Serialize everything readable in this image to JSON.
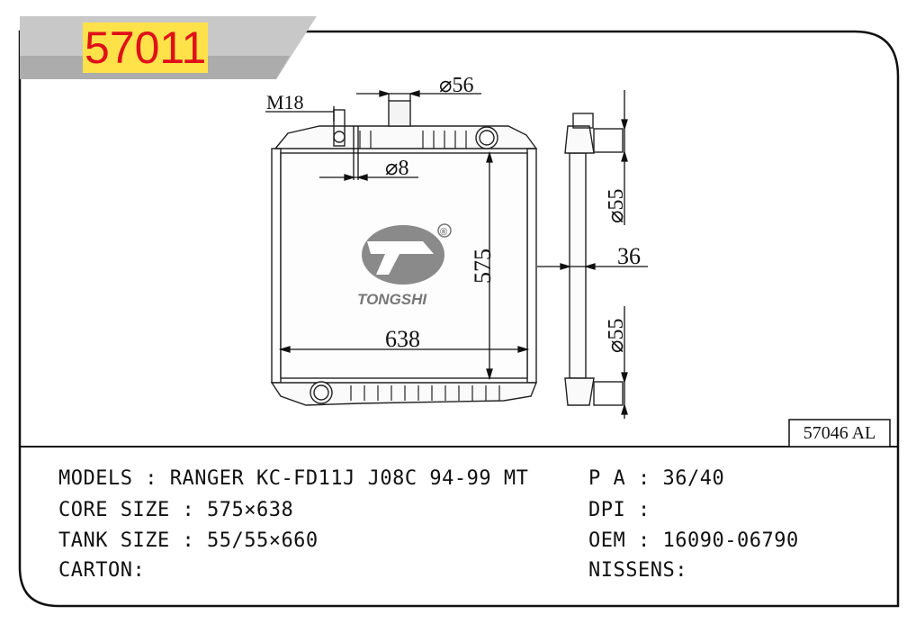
{
  "header": {
    "part_number": "57011"
  },
  "drawing": {
    "brand": "TONGSHI",
    "registered_mark": "®",
    "dims": {
      "bolt_thread": "M18",
      "cap_diameter": "⌀56",
      "drain_diameter": "⌀8",
      "core_height": "575",
      "core_width": "638",
      "core_thickness": "36",
      "upper_tank": "⌀55",
      "lower_tank": "⌀55"
    },
    "alt_code": "57046 AL"
  },
  "specs": {
    "left": [
      {
        "label": "MODELS",
        "sep": " : ",
        "value": "RANGER KC-FD11J J08C 94-99 MT"
      },
      {
        "label": "CORE SIZE",
        "sep": " : ",
        "value": "575×638"
      },
      {
        "label": "TANK SIZE",
        "sep": " : ",
        "value": "55/55×660"
      },
      {
        "label": "CARTON",
        "sep": ":",
        "value": ""
      }
    ],
    "right": [
      {
        "label": "P A",
        "sep": " : ",
        "value": "36/40"
      },
      {
        "label": "DPI",
        "sep": " : ",
        "value": ""
      },
      {
        "label": "OEM",
        "sep": " : ",
        "value": "16090-06790"
      },
      {
        "label": "NISSENS",
        "sep": ":",
        "value": ""
      }
    ]
  }
}
